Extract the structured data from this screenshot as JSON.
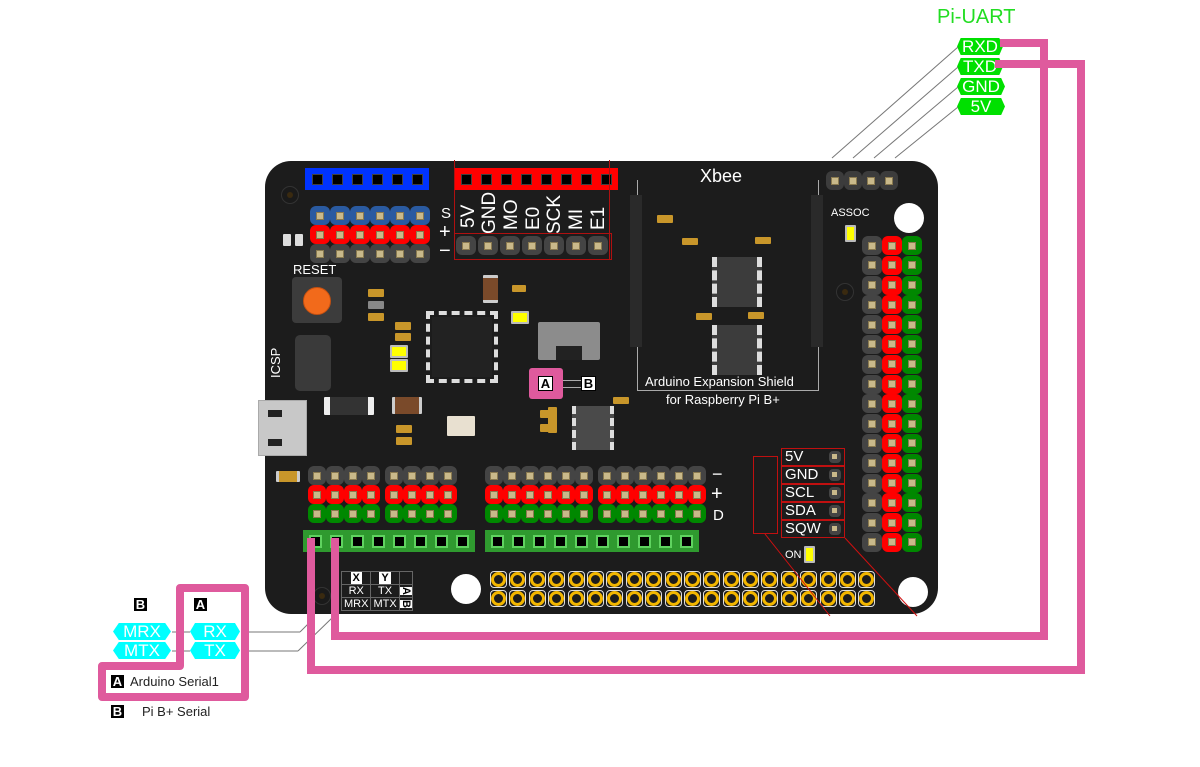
{
  "title": "Arduino Expansion Shield for Raspberry Pi B+ — UART wiring",
  "board": {
    "name_line1": "Arduino Expansion Shield",
    "name_line2": "for Raspberry Pi B+",
    "xbee_label": "Xbee",
    "assoc_label": "ASSOC",
    "on_label": "ON",
    "reset_label": "RESET",
    "icsp_label": "ICSP",
    "servo_row_labels": [
      "S",
      "+",
      "−"
    ],
    "spi_labels": [
      "5V",
      "GND",
      "MO",
      "E0",
      "SCK",
      "MI",
      "E1"
    ],
    "digital_row_labels": [
      "−",
      "+",
      "D"
    ],
    "i2c_labels": [
      "5V",
      "GND",
      "SCL",
      "SDA",
      "SQW"
    ],
    "switch_labels": {
      "a": "A",
      "b": "B"
    },
    "serial_table": {
      "headers": [
        "X",
        "Y"
      ],
      "row_a": [
        "RX",
        "TX"
      ],
      "row_b": [
        "MRX",
        "MTX"
      ],
      "side_a": "A",
      "side_b": "B"
    }
  },
  "pi_uart": {
    "title": "Pi-UART",
    "pins": [
      "RXD",
      "TXD",
      "GND",
      "5V"
    ]
  },
  "serial_legend": {
    "col_b": "B",
    "col_a": "A",
    "b_pins": [
      "MRX",
      "MTX"
    ],
    "a_pins": [
      "RX",
      "TX"
    ],
    "legend_a_key": "A",
    "legend_a_text": "Arduino Serial1",
    "legend_b_key": "B",
    "legend_b_text": "Pi B+ Serial"
  },
  "colors": {
    "wire": "#df5a9d",
    "pi_uart_tag": "#00e000",
    "serial_tag": "#00ffff",
    "board": "#1c1c1c",
    "pin_red": "#ff0000",
    "pin_green": "#008800",
    "pin_gray": "#444444",
    "pin_blue": "#2a5aa0",
    "header_blue": "#0033ff",
    "header_red": "#ff0000",
    "header_green": "#2f9a2f"
  }
}
